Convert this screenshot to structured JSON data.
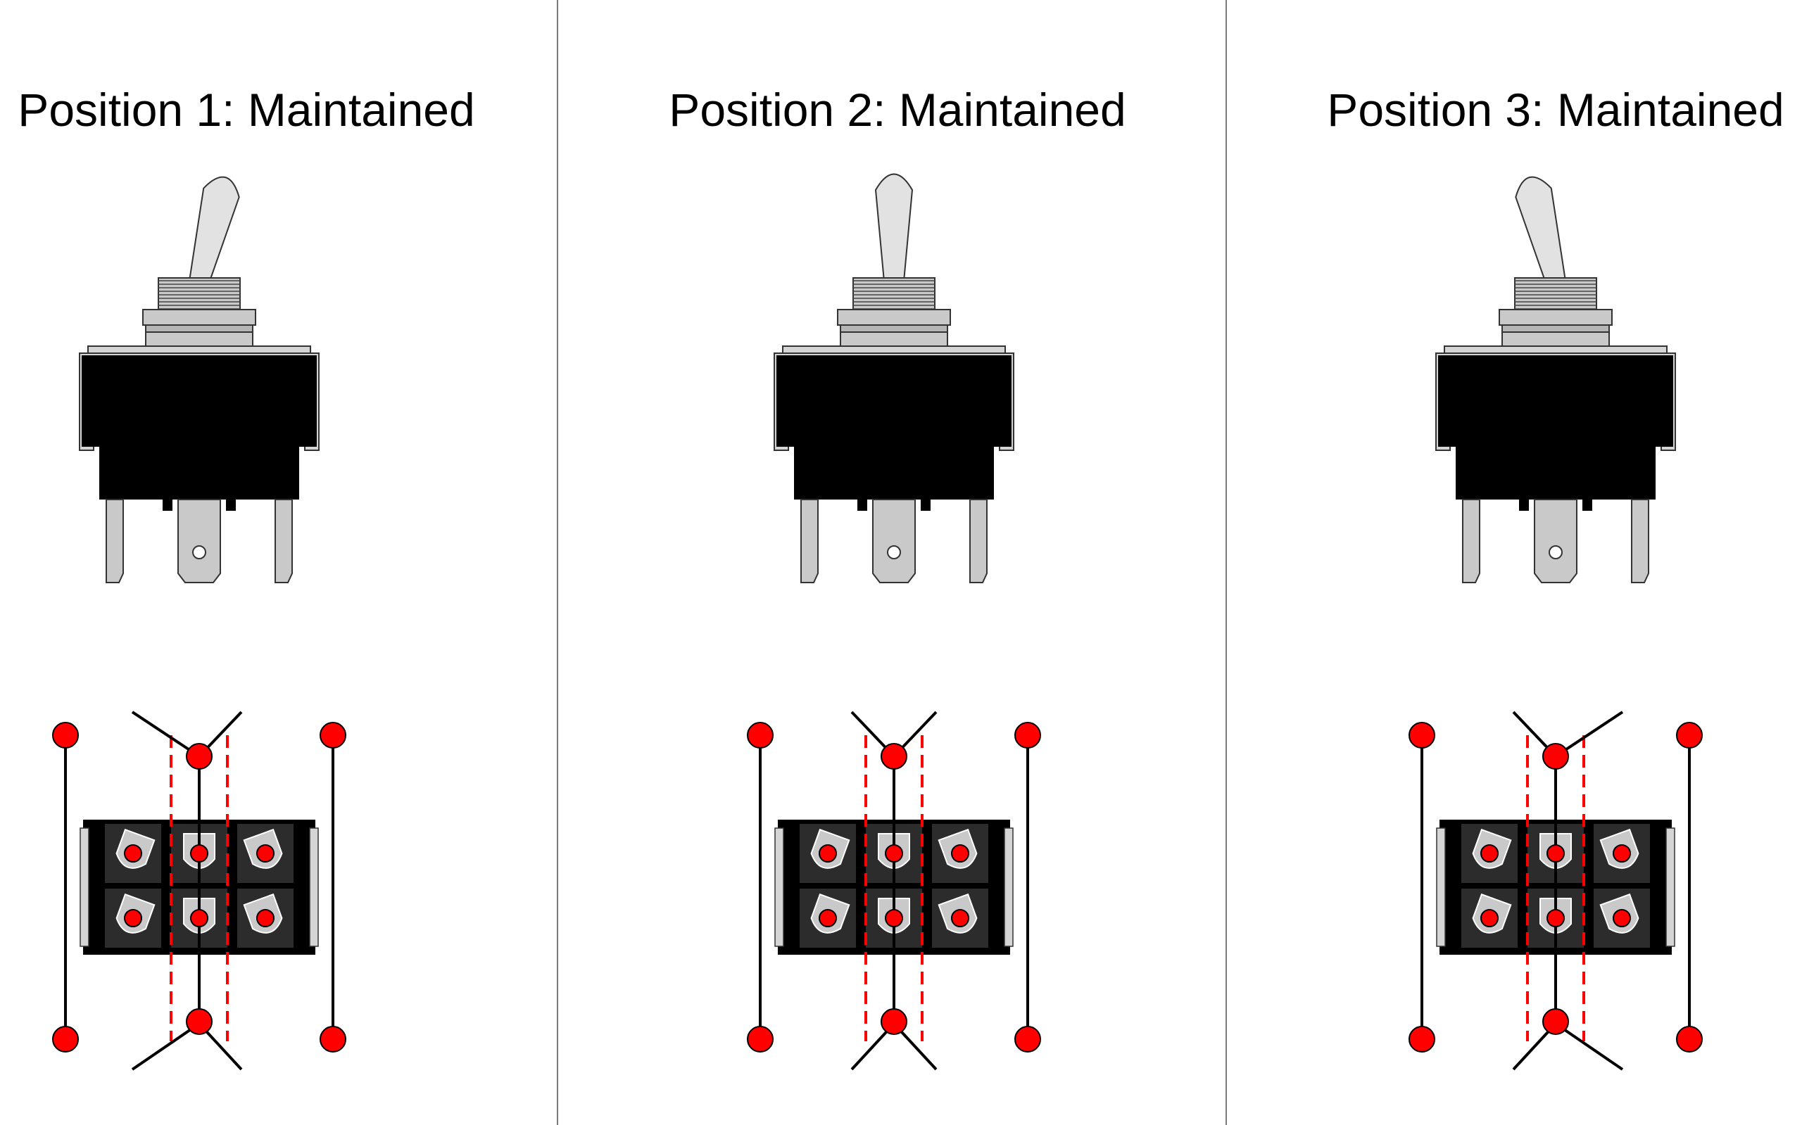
{
  "panels": [
    {
      "title": "Position 1: Maintained",
      "lever": "left"
    },
    {
      "title": "Position 2: Maintained",
      "lever": "center"
    },
    {
      "title": "Position 3: Maintained",
      "lever": "right"
    }
  ],
  "colors": {
    "body": "#000000",
    "lever": "#e2e2e2",
    "metal": "#c9c9c9",
    "terminal_dot": "#ff0000",
    "wire": "#000000",
    "dashed_line": "#ff0000",
    "divider": "#7a7a7a"
  }
}
